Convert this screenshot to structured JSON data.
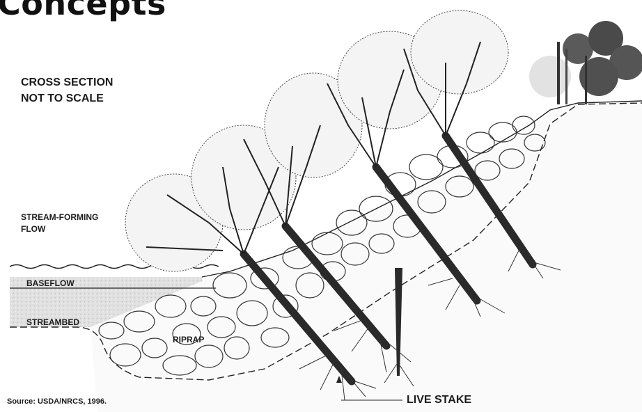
{
  "title": "Concepts",
  "labels": {
    "cross_section_line1": "CROSS SECTION",
    "cross_section_line2": "NOT TO SCALE",
    "stream_forming_line1": "STREAM-FORMING",
    "stream_forming_line2": "FLOW",
    "baseflow": "BASEFLOW",
    "streambed": "STREAMBED",
    "riprap": "RIPRAP",
    "live_stake": "LIVE STAKE",
    "source": "Source: USDA/NRCS, 1996."
  },
  "colors": {
    "ink": "#1a1a1a",
    "stake": "#2a2a2a",
    "water": "#d9d9d9",
    "shrub_dark": "#4a4a4a",
    "shrub_light": "#cfcfcf"
  }
}
